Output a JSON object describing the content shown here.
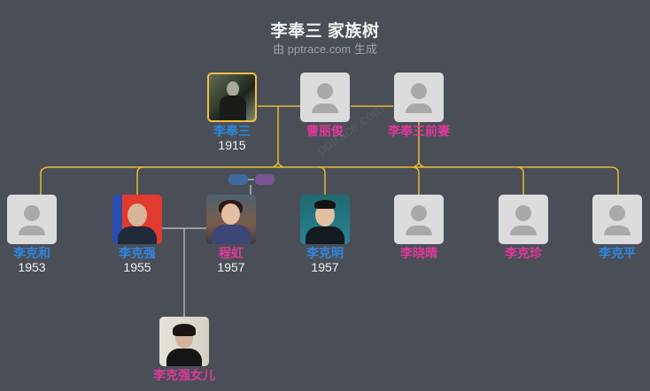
{
  "header": {
    "title": "李奉三 家族树",
    "subtitle": "由 pptrace.com 生成"
  },
  "watermark": "pptrace.com",
  "colors": {
    "background": "#4a4f57",
    "line_primary": "#e8b830",
    "line_secondary": "#c8c8c8",
    "male": "#2f86e0",
    "female": "#e0389a",
    "highlight_border": "#f0c040",
    "pill_blue": "#3e6aa0",
    "pill_purple": "#7a5594"
  },
  "generation1": [
    {
      "id": "li-fengsan",
      "name": "李奉三",
      "year": "1915",
      "gender": "male",
      "photo": "photo",
      "highlighted": true
    },
    {
      "id": "cao-lijun",
      "name": "曹丽俊",
      "year": "",
      "gender": "female",
      "photo": "placeholder"
    },
    {
      "id": "li-fengsan-ex-wife",
      "name": "李奉三前妻",
      "year": "",
      "gender": "female",
      "photo": "placeholder"
    }
  ],
  "generation2": [
    {
      "id": "li-kehe",
      "name": "李克和",
      "year": "1953",
      "gender": "male",
      "photo": "placeholder"
    },
    {
      "id": "li-keqiang",
      "name": "李克强",
      "year": "1955",
      "gender": "male",
      "photo": "photo"
    },
    {
      "id": "cheng-hong",
      "name": "程虹",
      "year": "1957",
      "gender": "female",
      "photo": "photo"
    },
    {
      "id": "li-keming",
      "name": "李克明",
      "year": "1957",
      "gender": "male",
      "photo": "photo"
    },
    {
      "id": "li-xiaoqing",
      "name": "李晓晴",
      "year": "",
      "gender": "female",
      "photo": "placeholder"
    },
    {
      "id": "li-kezhen",
      "name": "李克珍",
      "year": "",
      "gender": "female",
      "photo": "placeholder"
    },
    {
      "id": "li-keping",
      "name": "李克平",
      "year": "",
      "gender": "male",
      "photo": "placeholder"
    }
  ],
  "generation3": [
    {
      "id": "li-keqiang-daughter",
      "name": "李克强女儿",
      "year": "",
      "gender": "female",
      "photo": "photo"
    }
  ],
  "icons": {
    "placeholder": "person-silhouette-icon"
  }
}
